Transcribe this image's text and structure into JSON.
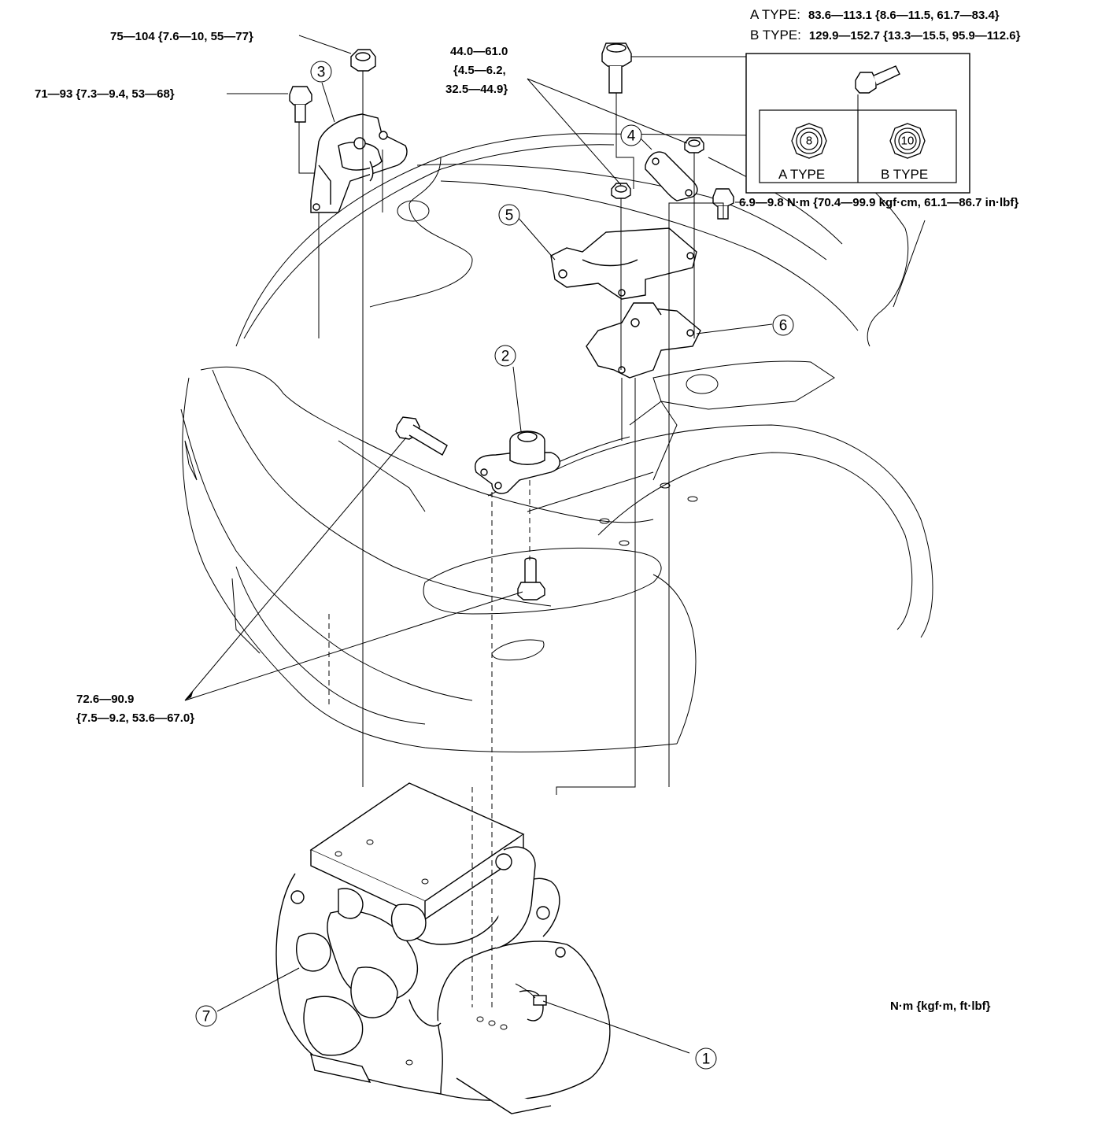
{
  "torque_labels": {
    "t75": "75—104 {7.6—10, 55—77}",
    "t71": "71—93 {7.3—9.4, 53—68}",
    "t44_line1": "44.0—61.0",
    "t44_line2": "{4.5—6.2,",
    "t44_line3": "32.5—44.9}",
    "a_type_prefix": "A TYPE:",
    "a_type_value": "83.6—113.1 {8.6—11.5, 61.7—83.4}",
    "b_type_prefix": "B TYPE:",
    "b_type_value": "129.9—152.7 {13.3—15.5, 95.9—112.6}",
    "t69": "6.9—9.8 N·m {70.4—99.9 kgf·cm, 61.1—86.7 in·lbf}",
    "t72_line1": "72.6—90.9",
    "t72_line2": "{7.5—9.2, 53.6—67.0}"
  },
  "inset": {
    "a_label": "A TYPE",
    "b_label": "B TYPE",
    "a_mark": "8",
    "b_mark": "10"
  },
  "callouts": [
    "1",
    "2",
    "3",
    "4",
    "5",
    "6",
    "7"
  ],
  "unit_note": "N·m {kgf·m, ft·lbf}"
}
